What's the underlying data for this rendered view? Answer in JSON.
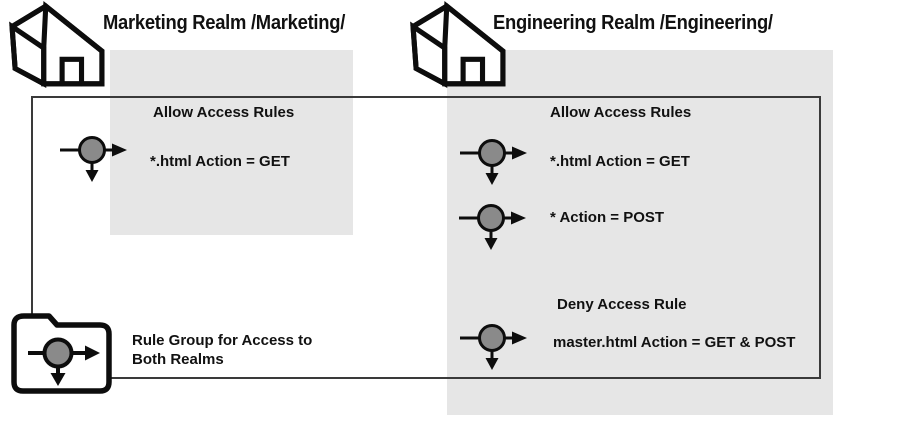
{
  "marketing": {
    "title": "Marketing Realm /Marketing/",
    "allow_heading": "Allow Access Rules",
    "allow_rules": [
      "*.html Action = GET"
    ]
  },
  "engineering": {
    "title": "Engineering Realm /Engineering/",
    "allow_heading": "Allow Access Rules",
    "allow_rules": [
      "*.html Action = GET",
      "* Action = POST"
    ],
    "deny_heading": "Deny Access Rule",
    "deny_rules": [
      "master.html Action = GET & POST"
    ]
  },
  "rule_group": {
    "label_line1": "Rule Group for Access to",
    "label_line2": "Both Realms"
  },
  "icons": {
    "realm": "house-icon",
    "rule": "rule-icon",
    "rule_group": "folder-rule-group-icon"
  },
  "colors": {
    "panel_background": "#E6E6E6",
    "rule_circle_fill": "#8A8A8A",
    "outline_black": "#0D0D0D",
    "boundary_border": "#3A3A3A"
  }
}
